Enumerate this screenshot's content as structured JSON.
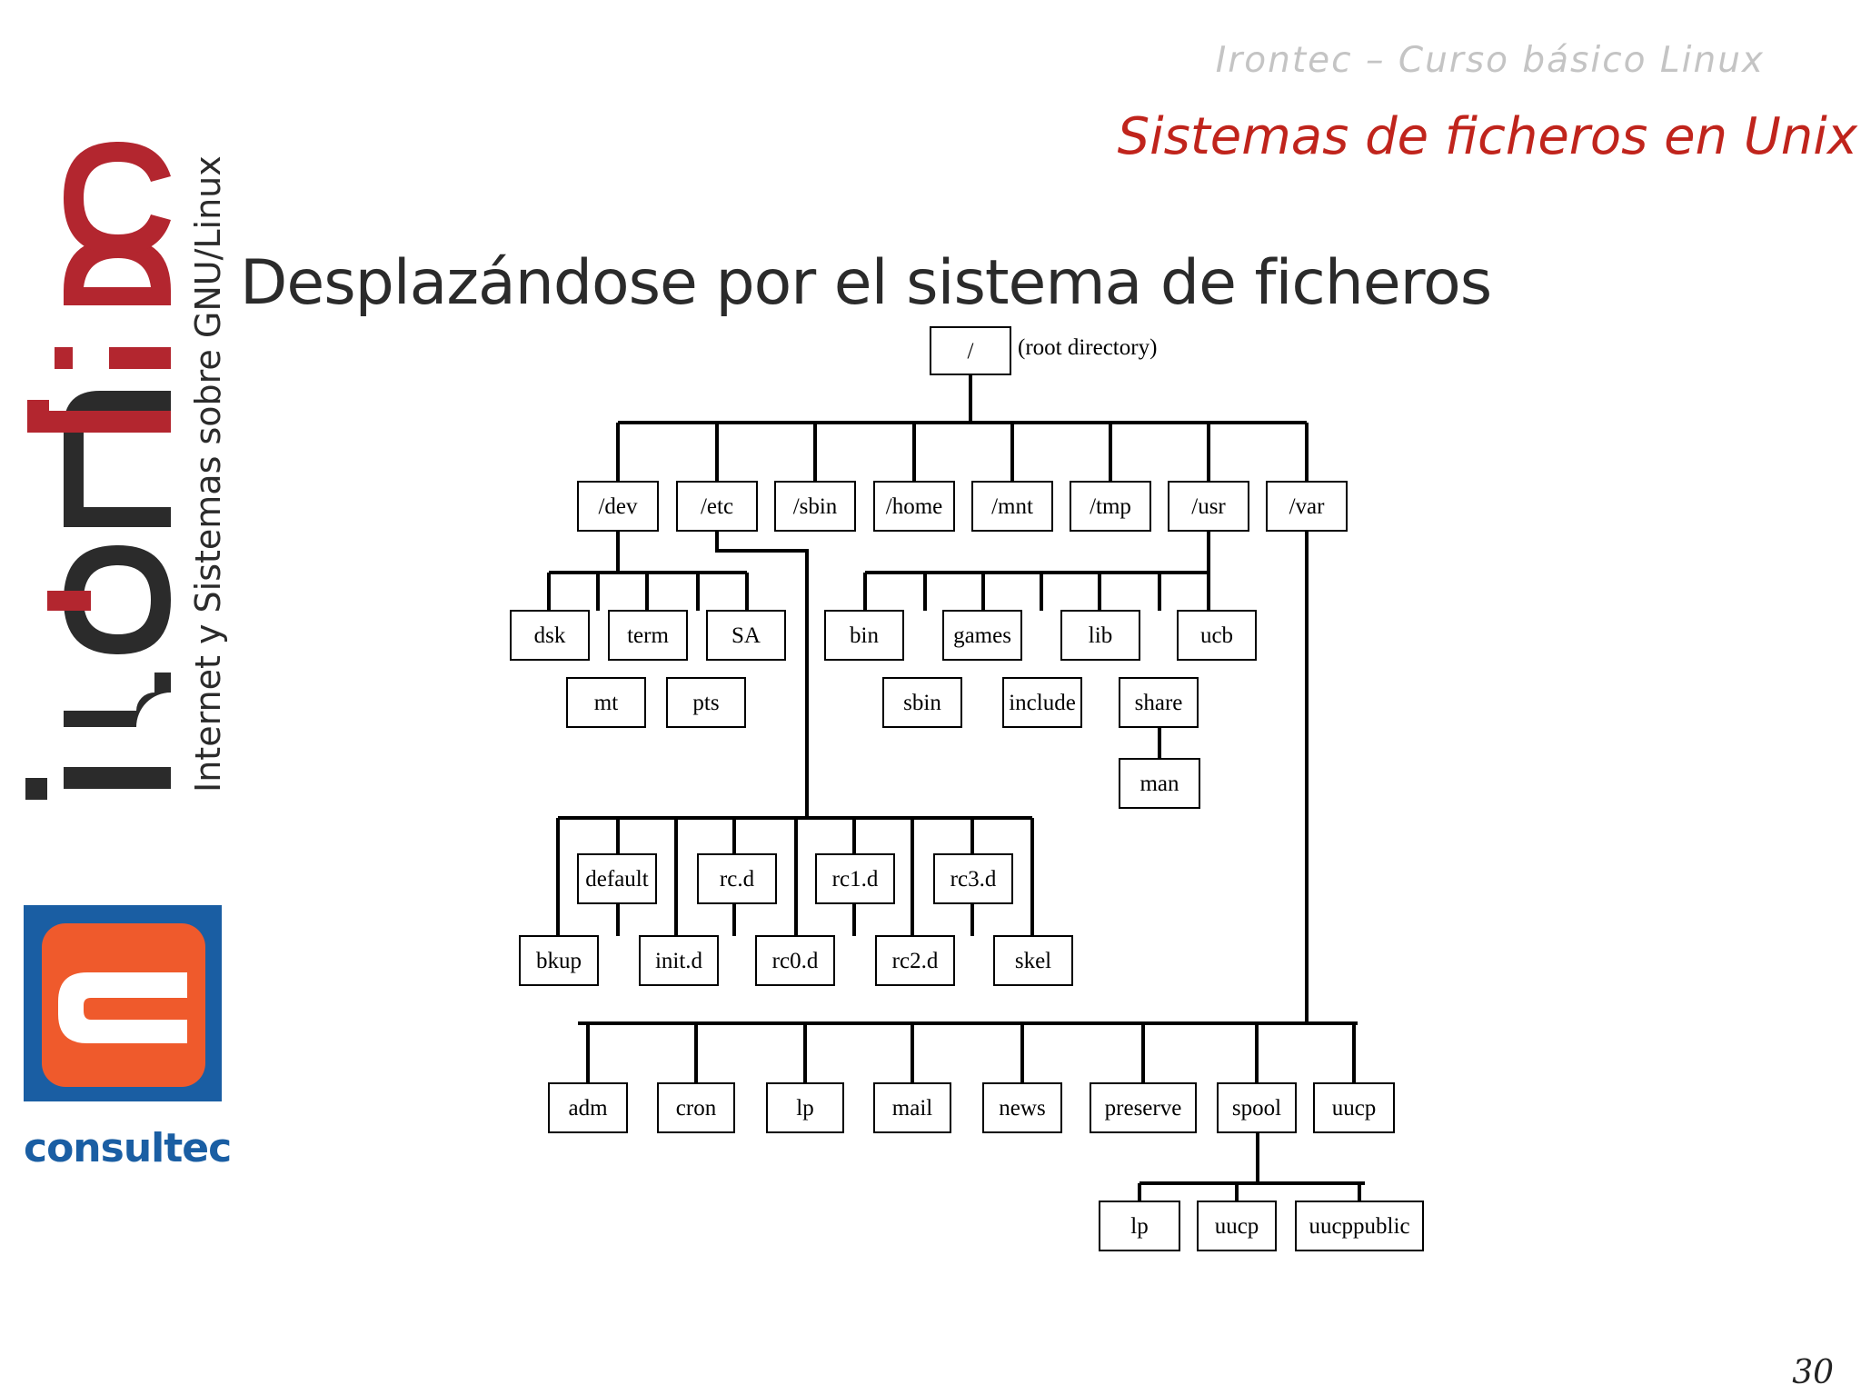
{
  "header": {
    "course": "Irontec – Curso básico Linux",
    "topic": "Sistemas de ficheros en Unix"
  },
  "slide": {
    "title": "Desplazándose por el sistema de ficheros",
    "page_number": "30"
  },
  "branding": {
    "logo_word": "irontec",
    "tagline": "Internet y Sistemas sobre GNU/Linux",
    "partner_name": "consultec",
    "colors": {
      "red": "#b3262f",
      "dark": "#2b2b2b",
      "blue": "#1a5ea3",
      "orange": "#ef5a2c"
    }
  },
  "diagram": {
    "root": {
      "label": "/",
      "note": "(root directory)"
    },
    "top": [
      "/dev",
      "/etc",
      "/sbin",
      "/home",
      "/mnt",
      "/tmp",
      "/usr",
      "/var"
    ],
    "dev": [
      "dsk",
      "term",
      "SA",
      "mt",
      "pts"
    ],
    "etc": [
      "default",
      "rc.d",
      "rc1.d",
      "rc3.d",
      "bkup",
      "init.d",
      "rc0.d",
      "rc2.d",
      "skel"
    ],
    "usr": [
      "bin",
      "games",
      "lib",
      "ucb",
      "sbin",
      "include",
      "share"
    ],
    "share": [
      "man"
    ],
    "var": [
      "adm",
      "cron",
      "lp",
      "mail",
      "news",
      "preserve",
      "spool",
      "uucp"
    ],
    "spool": [
      "lp",
      "uucp",
      "uucppublic"
    ]
  }
}
